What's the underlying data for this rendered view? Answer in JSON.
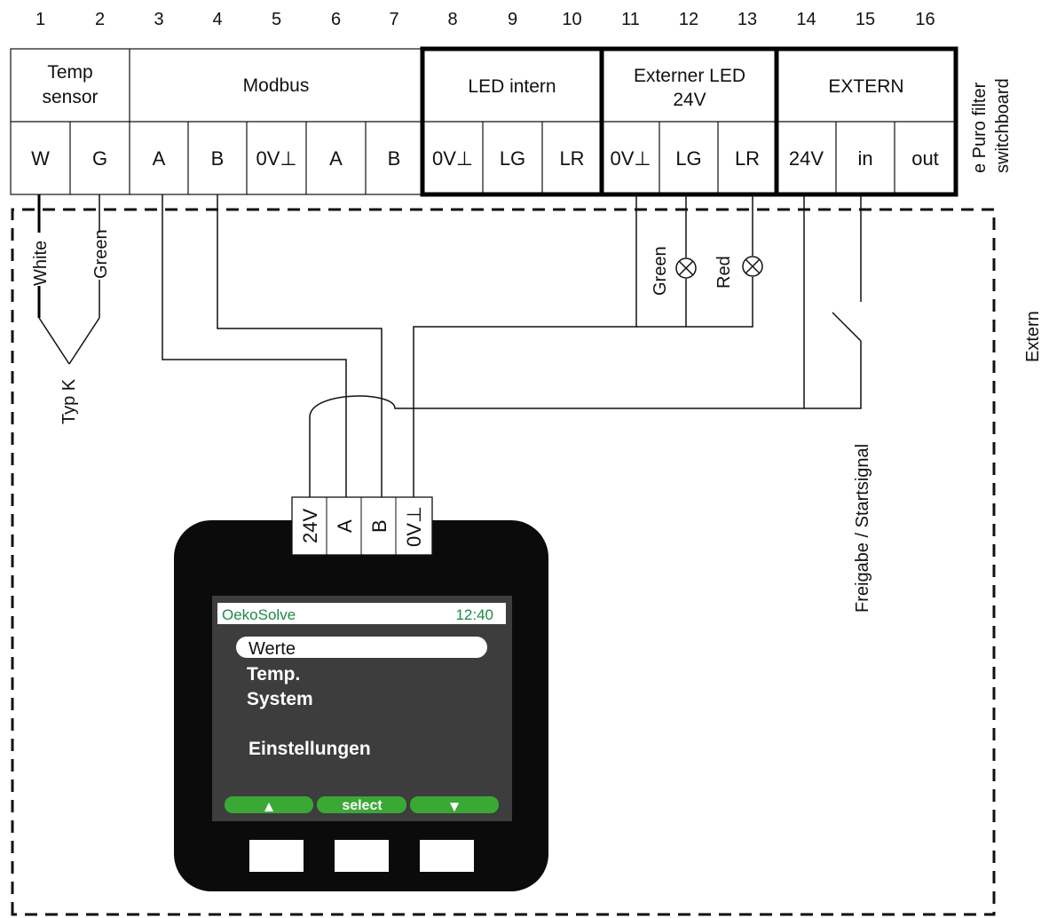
{
  "terminal_numbers": [
    "1",
    "2",
    "3",
    "4",
    "5",
    "6",
    "7",
    "8",
    "9",
    "10",
    "11",
    "12",
    "13",
    "14",
    "15",
    "16"
  ],
  "groups": {
    "temp_sensor": [
      "Temp",
      "sensor"
    ],
    "modbus": "Modbus",
    "led_intern": "LED intern",
    "externer_led": [
      "Externer LED",
      "24V"
    ],
    "extern": "EXTERN"
  },
  "terminals": [
    "W",
    "G",
    "A",
    "B",
    "0V⊥",
    "A",
    "B",
    "0V⊥",
    "LG",
    "LR",
    "0V⊥",
    "LG",
    "LR",
    "24V",
    "in",
    "out"
  ],
  "side_label": [
    "e Puro filter",
    "switchboard"
  ],
  "extern_label": "Extern",
  "wire_labels": {
    "white": "White",
    "green": "Green",
    "typ_k": "Typ K",
    "led_green": "Green",
    "led_red": "Red",
    "freigabe": "Freigabe / Startsignal"
  },
  "controller": {
    "connector_pins": [
      "24V",
      "A",
      "B",
      "0V⊥"
    ],
    "screen": {
      "brand": "OekoSolve",
      "time": "12:40",
      "menu": [
        "Werte",
        "Temp.",
        "System",
        "Einstellungen"
      ],
      "softkeys": [
        "▲",
        "select",
        "▼"
      ]
    },
    "colors": {
      "brand": "#1f8a4c",
      "softkey": "#3aa835",
      "screen": "#3d3d3d",
      "body": "#0b0b0b"
    }
  }
}
